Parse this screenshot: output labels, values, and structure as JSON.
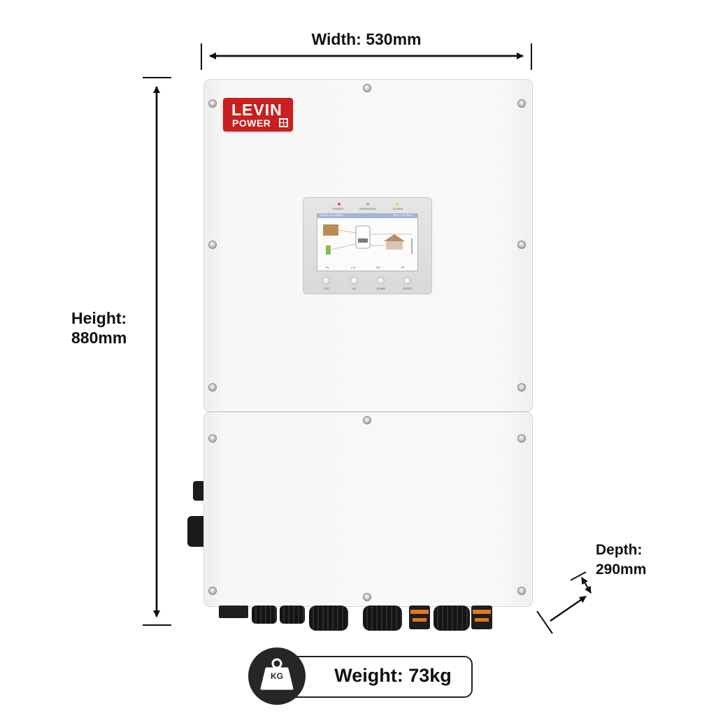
{
  "dimensions": {
    "width_label": "Width: 530mm",
    "height_label_line1": "Height:",
    "height_label_line2": "880mm",
    "depth_label_line1": "Depth:",
    "depth_label_line2": "290mm"
  },
  "brand": {
    "logo_line1": "LEVIN",
    "logo_line2": "POWER",
    "logo_color": "#c8201f"
  },
  "display": {
    "indicators": [
      "POWER",
      "OPERATION",
      "ALARM"
    ],
    "indicator_colors": [
      "#e0504a",
      "#7fd07a",
      "#e8d84a"
    ],
    "lcd_header_left": "MODEL: SL-1000KH",
    "lcd_header_right": "2023 - 1/01  09:00",
    "lcd_tabs": [
      "PV",
      "L-N",
      "TM",
      "PF"
    ],
    "buttons": [
      "ESC",
      "UP",
      "DOWN",
      "ENTER"
    ]
  },
  "weight": {
    "label": "Weight: 73kg",
    "icon_text": "KG",
    "icon": "weight-kg-icon"
  }
}
